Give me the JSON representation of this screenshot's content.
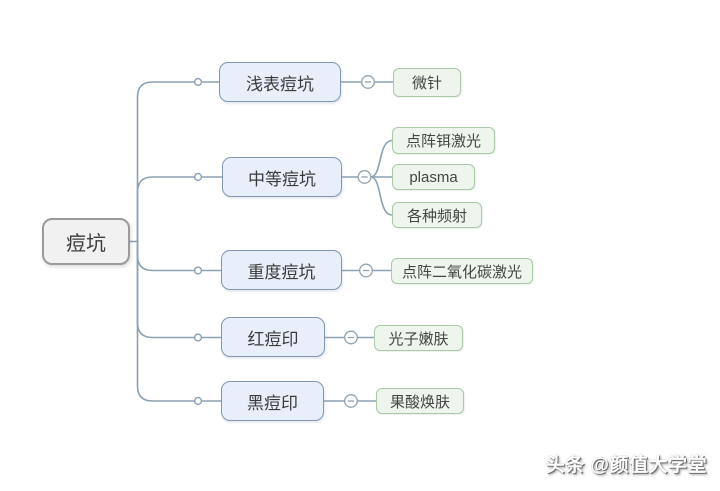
{
  "colors": {
    "root_fill": "#f1f1f1",
    "root_border": "#9b9b9b",
    "branch_fill": "#e9effa",
    "branch_border": "#8096b3",
    "leaf_fill": "#edf5ec",
    "leaf_border": "#a9c9a9",
    "connector": "#8ca1b4",
    "text": "#3b3b3b"
  },
  "diagram": {
    "type": "mindmap",
    "root": {
      "label": "痘坑"
    },
    "branches": [
      {
        "label": "浅表痘坑",
        "children": [
          {
            "label": "微针"
          }
        ]
      },
      {
        "label": "中等痘坑",
        "children": [
          {
            "label": "点阵铒激光"
          },
          {
            "label": "plasma"
          },
          {
            "label": "各种频射"
          }
        ]
      },
      {
        "label": "重度痘坑",
        "children": [
          {
            "label": "点阵二氧化碳激光"
          }
        ]
      },
      {
        "label": "红痘印",
        "children": [
          {
            "label": "光子嫩肤"
          }
        ]
      },
      {
        "label": "黑痘印",
        "children": [
          {
            "label": "果酸焕肤"
          }
        ]
      }
    ]
  },
  "watermark": {
    "text": "头条 @颜值大学堂"
  }
}
